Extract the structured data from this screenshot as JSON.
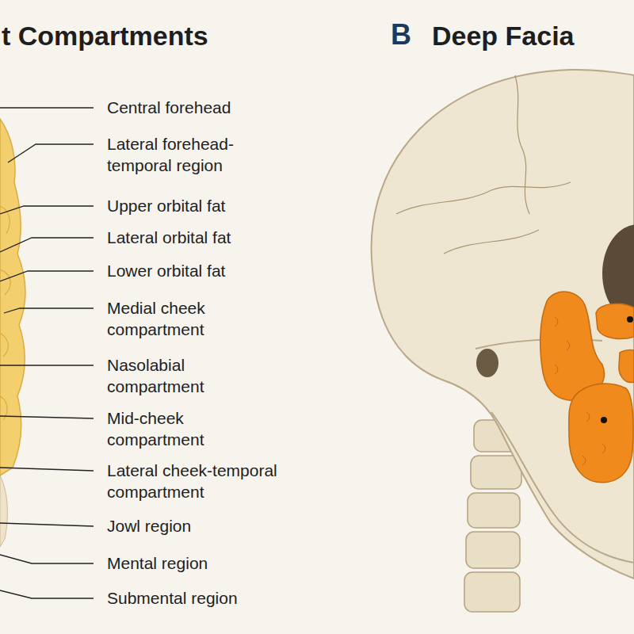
{
  "diagram": {
    "labels": [
      "t Compartments",
      "B",
      "Deep Facia",
      "Central forehead",
      "Lateral forehead-temporal region",
      "Upper orbital fat",
      "Lateral orbital fat",
      "Lower orbital fat",
      "Medial cheek compartment",
      "Nasolabial compartment",
      "Mid-cheek compartment",
      "Lateral cheek-temporal compartment",
      "Jowl region",
      "Mental region",
      "Submental region"
    ]
  }
}
